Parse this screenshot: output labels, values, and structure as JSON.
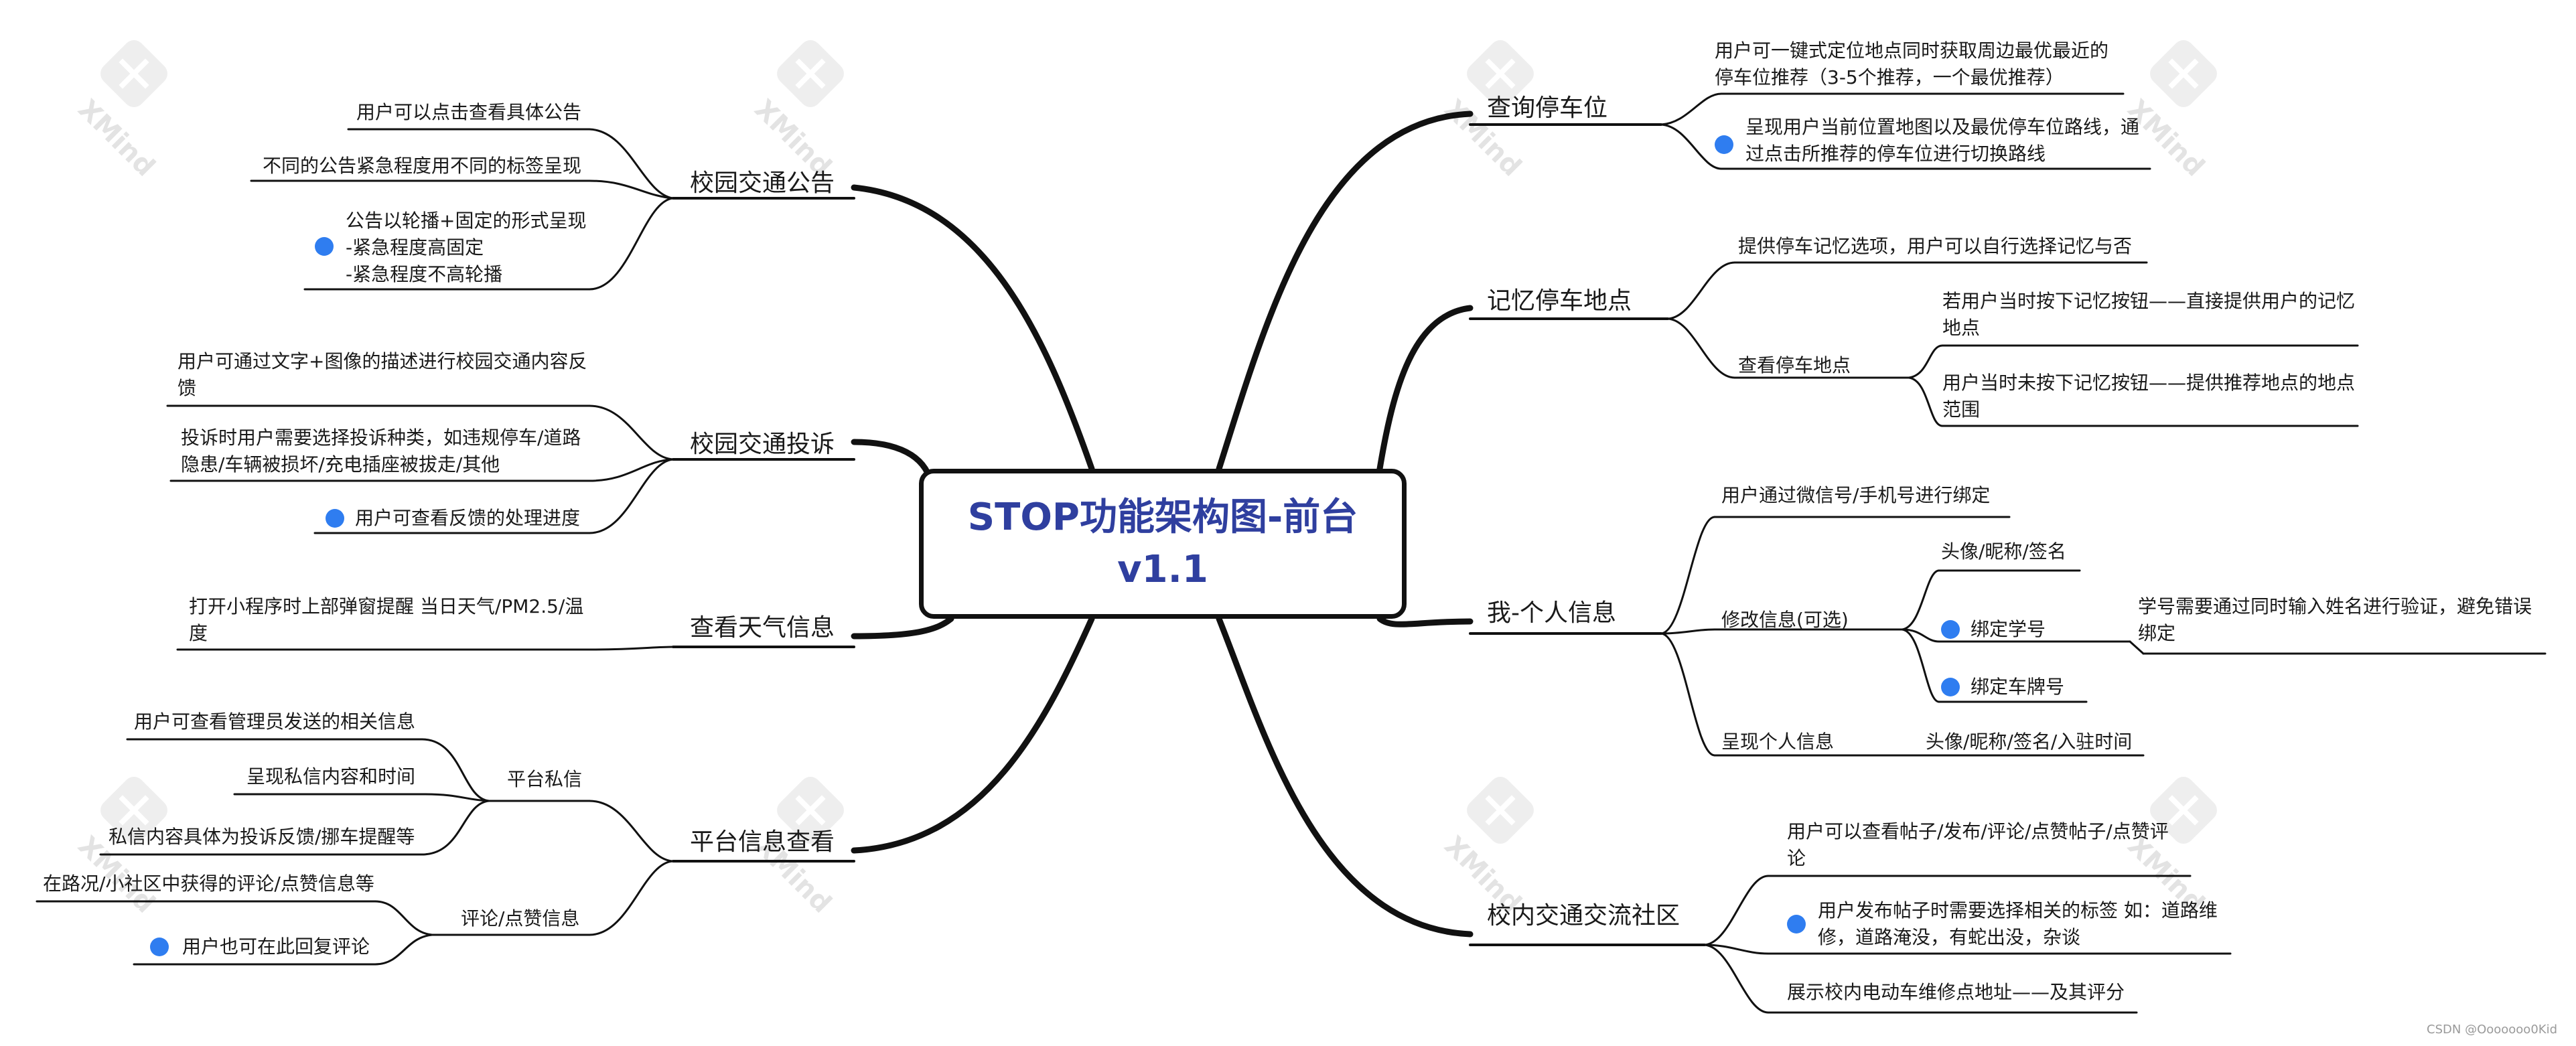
{
  "root": {
    "line1": "STOP功能架构图-前台",
    "line2": "v1.1"
  },
  "watermark": {
    "text": "XMind"
  },
  "credit": "CSDN @Ooooooo0Kid",
  "colors": {
    "root_text": "#2f3f9f",
    "dot": "#2f7df0",
    "line": "#111111"
  },
  "left_branches": [
    {
      "label": "校园交通公告",
      "items": [
        "用户可以点击查看具体公告",
        "不同的公告紧急程度用不同的标签呈现"
      ],
      "item3": [
        "公告以轮播+固定的形式呈现",
        "-紧急程度高固定",
        "-紧急程度不高轮播"
      ]
    },
    {
      "label": "校园交通投诉",
      "items": [
        [
          "用户可通过文字+图像的描述进行校园交通内容反",
          "馈"
        ],
        [
          "投诉时用户需要选择投诉种类，如违规停车/道路",
          "隐患/车辆被损坏/充电插座被拔走/其他"
        ],
        [
          "用户可查看反馈的处理进度"
        ]
      ]
    },
    {
      "label": "查看天气信息",
      "items": [
        [
          "打开小程序时上部弹窗提醒 当日天气/PM2.5/温",
          "度"
        ]
      ]
    },
    {
      "label": "平台信息查看",
      "children": [
        {
          "label": "平台私信",
          "items": [
            "用户可查看管理员发送的相关信息",
            "呈现私信内容和时间",
            "私信内容具体为投诉反馈/挪车提醒等"
          ]
        },
        {
          "label": "评论/点赞信息",
          "items": [
            "在路况/小社区中获得的评论/点赞信息等",
            "用户也可在此回复评论"
          ]
        }
      ]
    }
  ],
  "right_branches": [
    {
      "label": "查询停车位",
      "items": [
        [
          "用户可一键式定位地点同时获取周边最优最近的",
          "停车位推荐（3-5个推荐，一个最优推荐）"
        ],
        [
          "呈现用户当前位置地图以及最优停车位路线，通",
          "过点击所推荐的停车位进行切换路线"
        ]
      ]
    },
    {
      "label": "记忆停车地点",
      "items": [
        "提供停车记忆选项，用户可以自行选择记忆与否"
      ],
      "children": [
        {
          "label": "查看停车地点",
          "items": [
            [
              "若用户当时按下记忆按钮——直接提供用户的记忆",
              "地点"
            ],
            [
              "用户当时未按下记忆按钮——提供推荐地点的地点",
              "范围"
            ]
          ]
        }
      ]
    },
    {
      "label": "我-个人信息",
      "items": [
        "用户通过微信号/手机号进行绑定"
      ],
      "children": [
        {
          "label": "修改信息(可选)",
          "items": [
            "头像/昵称/签名",
            "绑定学号",
            "绑定车牌号"
          ],
          "sub": [
            "学号需要通过同时输入姓名进行验证，避免错误",
            "绑定"
          ]
        },
        {
          "label": "呈现个人信息",
          "items": [
            "头像/昵称/签名/入驻时间"
          ]
        }
      ]
    },
    {
      "label": "校内交通交流社区",
      "items": [
        [
          "用户可以查看帖子/发布/评论/点赞帖子/点赞评",
          "论"
        ],
        [
          "用户发布帖子时需要选择相关的标签 如：道路维",
          "修，道路淹没，有蛇出没，杂谈"
        ],
        [
          "展示校内电动车维修点地址——及其评分"
        ]
      ]
    }
  ]
}
